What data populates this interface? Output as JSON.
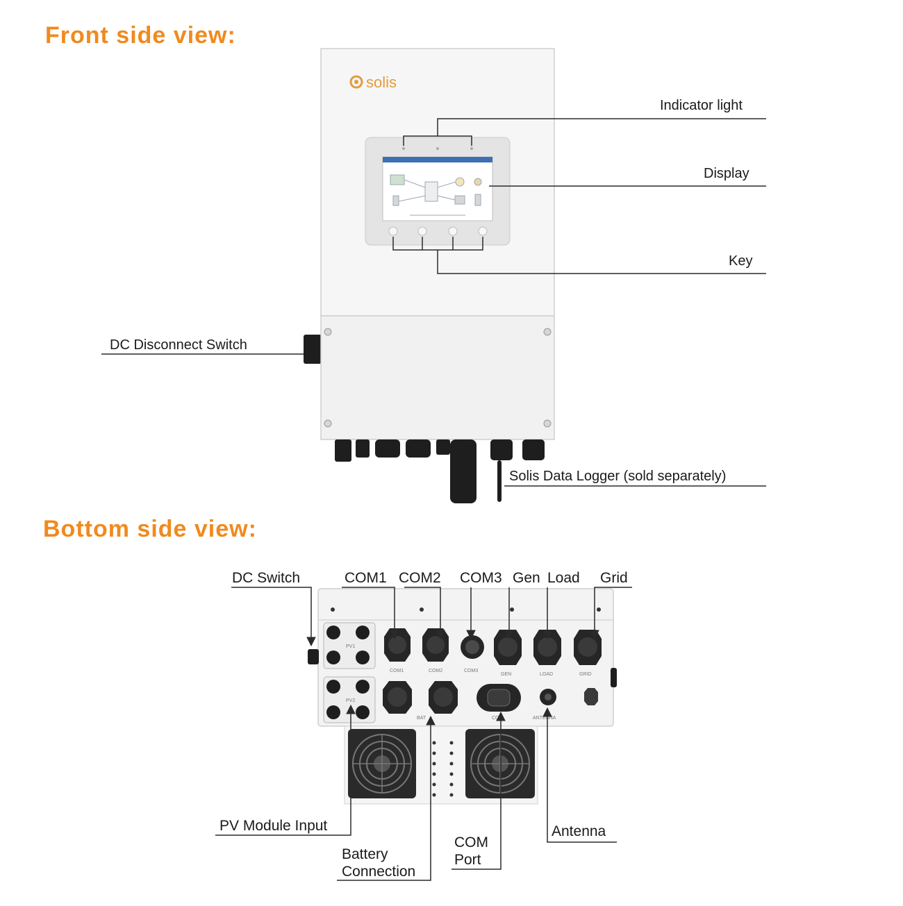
{
  "headings": {
    "front": "Front side view:",
    "bottom": "Bottom side view:"
  },
  "brand": {
    "logo_text": "solis",
    "logo_color": "#e39b3c"
  },
  "colors": {
    "heading": "#f08a1e",
    "inverter_body": "#f4f4f4",
    "dark_parts": "#1e1e1e"
  },
  "front_labels": {
    "indicator_light": "Indicator light",
    "display": "Display",
    "key": "Key",
    "dc_disconnect_switch": "DC Disconnect Switch",
    "data_logger": "Solis Data Logger (sold separately)"
  },
  "bottom_labels": {
    "dc_switch": "DC Switch",
    "com1": "COM1",
    "com2": "COM2",
    "com3": "COM3",
    "gen": "Gen",
    "load": "Load",
    "grid": "Grid",
    "pv_module_input": "PV Module Input",
    "battery_line1": "Battery",
    "battery_line2": "Connection",
    "com_port_line1": "COM",
    "com_port_line2": "Port",
    "antenna": "Antenna"
  },
  "port_markings": {
    "pv1": "PV1",
    "pv2": "PV2",
    "com1": "COM1",
    "com2": "COM2",
    "com3": "COM3",
    "gen": "GEN",
    "load": "LOAD",
    "grid": "GRID",
    "bat": "BAT",
    "com": "COM",
    "antenna": "ANTENNA"
  }
}
